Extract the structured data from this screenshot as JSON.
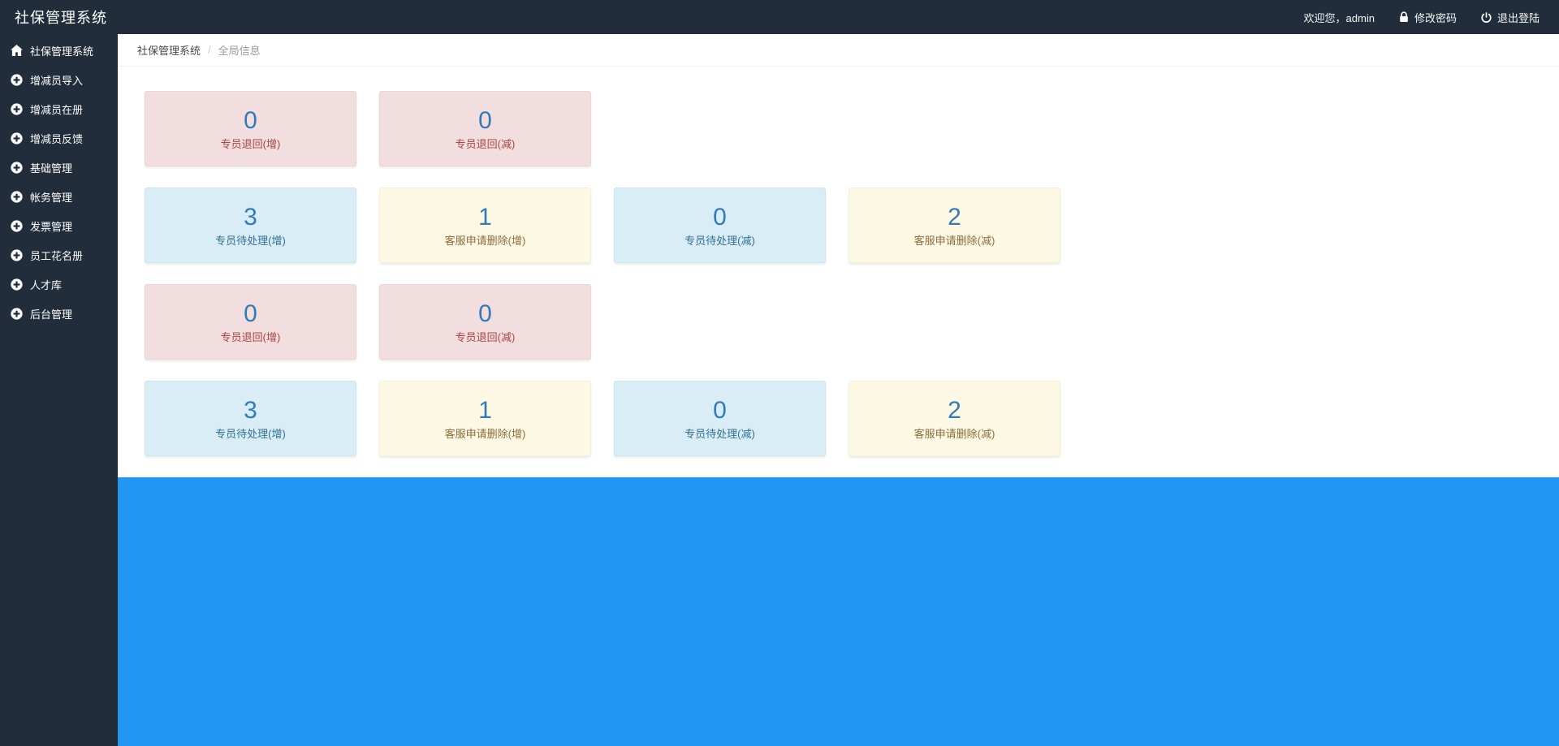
{
  "app": {
    "title": "社保管理系统"
  },
  "navbar": {
    "welcome": "欢迎您，admin",
    "change_password": "修改密码",
    "logout": "退出登陆"
  },
  "sidebar": {
    "items": [
      {
        "label": "社保管理系统",
        "icon": "home-icon"
      },
      {
        "label": "增减员导入",
        "icon": "plus-circle-icon"
      },
      {
        "label": "增减员在册",
        "icon": "plus-circle-icon"
      },
      {
        "label": "增减员反馈",
        "icon": "plus-circle-icon"
      },
      {
        "label": "基础管理",
        "icon": "plus-circle-icon"
      },
      {
        "label": "帐务管理",
        "icon": "plus-circle-icon"
      },
      {
        "label": "发票管理",
        "icon": "plus-circle-icon"
      },
      {
        "label": "员工花名册",
        "icon": "plus-circle-icon"
      },
      {
        "label": "人才库",
        "icon": "plus-circle-icon"
      },
      {
        "label": "后台管理",
        "icon": "plus-circle-icon"
      }
    ]
  },
  "breadcrumb": {
    "root": "社保管理系统",
    "separator": "/",
    "current": "全局信息"
  },
  "stats": {
    "rows": [
      {
        "cards": [
          {
            "value": "0",
            "label": "专员退回(增)",
            "type": "danger"
          },
          {
            "value": "0",
            "label": "专员退回(减)",
            "type": "danger"
          }
        ]
      },
      {
        "cards": [
          {
            "value": "3",
            "label": "专员待处理(增)",
            "type": "info"
          },
          {
            "value": "1",
            "label": "客服申请删除(增)",
            "type": "warning"
          },
          {
            "value": "0",
            "label": "专员待处理(减)",
            "type": "info"
          },
          {
            "value": "2",
            "label": "客服申请删除(减)",
            "type": "warning"
          }
        ]
      },
      {
        "cards": [
          {
            "value": "0",
            "label": "专员退回(增)",
            "type": "danger"
          },
          {
            "value": "0",
            "label": "专员退回(减)",
            "type": "danger"
          }
        ]
      },
      {
        "cards": [
          {
            "value": "3",
            "label": "专员待处理(增)",
            "type": "info"
          },
          {
            "value": "1",
            "label": "客服申请删除(增)",
            "type": "warning"
          },
          {
            "value": "0",
            "label": "专员待处理(减)",
            "type": "info"
          },
          {
            "value": "2",
            "label": "客服申请删除(减)",
            "type": "warning"
          }
        ]
      }
    ]
  },
  "colors": {
    "navbar_bg": "#222d3b",
    "sidebar_bg": "#222d3b",
    "footer_panel_bg": "#2196f3",
    "stat_value": "#337ab7",
    "danger_bg": "#f2dede",
    "danger_text": "#a94442",
    "info_bg": "#d9edf7",
    "info_text": "#31708f",
    "warning_bg": "#fcf8e3",
    "warning_text": "#8a6d3b"
  }
}
